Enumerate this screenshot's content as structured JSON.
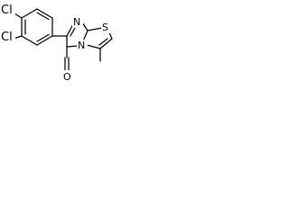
{
  "molecule": {
    "atoms": {
      "cl_top": "Cl",
      "cl_left": "Cl",
      "n_ring": "N",
      "n_bridge": "N",
      "s_ring": "S",
      "o_aldehyde": "O"
    }
  }
}
